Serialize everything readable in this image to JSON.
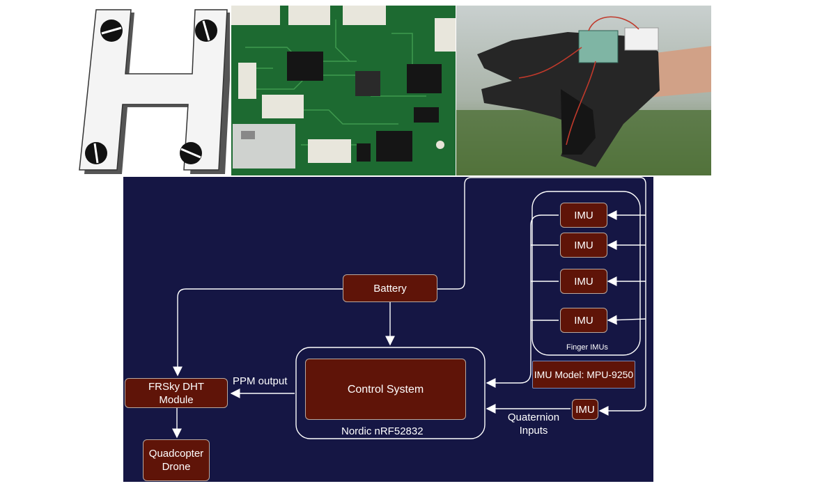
{
  "photos": {
    "h_part": "H-shaped mounting plate",
    "pcb": "control board",
    "glove": "IMU glove"
  },
  "diagram": {
    "battery": "Battery",
    "control_system": "Control System",
    "mcu_label": "Nordic nRF52832",
    "frsky_line1": "FRSky DHT",
    "frsky_line2": "Module",
    "ppm_label": "PPM output",
    "drone_line1": "Quadcopter",
    "drone_line2": "Drone",
    "imu_label": "IMU",
    "finger_imus_label": "Finger IMUs",
    "imu_model": "IMU Model: MPU-9250",
    "quaternion_line1": "Quaternion",
    "quaternion_line2": "Inputs",
    "colors": {
      "background": "#151644",
      "box_fill": "#5f1408",
      "line": "#ffffff"
    }
  }
}
